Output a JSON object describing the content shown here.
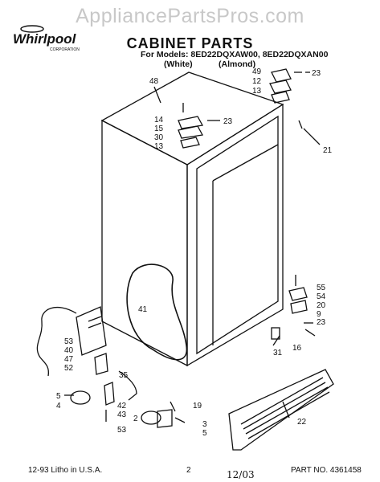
{
  "watermark": "AppliancePartsPros.com",
  "brand": {
    "name": "Whirlpool",
    "tagline": "CORPORATION"
  },
  "title": "CABINET PARTS",
  "models": {
    "line": "For Models: 8ED22DQXAW00, 8ED22DQXAN00",
    "white": "(White)",
    "almond": "(Almond)"
  },
  "callouts": [
    "48",
    "49",
    "12",
    "13",
    "23",
    "14",
    "15",
    "30",
    "13",
    "23",
    "21",
    "41",
    "55",
    "54",
    "20",
    "9",
    "23",
    "16",
    "31",
    "53",
    "40",
    "47",
    "52",
    "35",
    "5",
    "4",
    "42",
    "43",
    "53",
    "2",
    "3",
    "5",
    "19",
    "22"
  ],
  "footer": {
    "left": "12-93 Litho in U.S.A.",
    "page": "2",
    "handwritten": "12/03",
    "part_no": "PART NO. 4361458"
  }
}
